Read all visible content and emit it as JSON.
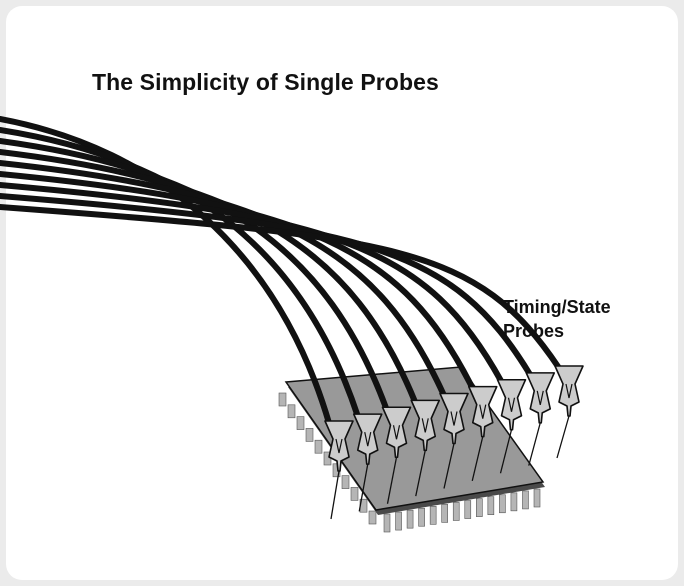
{
  "title": "The Simplicity of Single Probes",
  "label": {
    "line1": "Timing/State",
    "line2": "Probes"
  },
  "colors": {
    "background": "#ebebeb",
    "card": "#ffffff",
    "wire": "#111111",
    "chip_top": "#999999",
    "probe_fill": "#cccccc",
    "pins": "#b5b5b5"
  }
}
